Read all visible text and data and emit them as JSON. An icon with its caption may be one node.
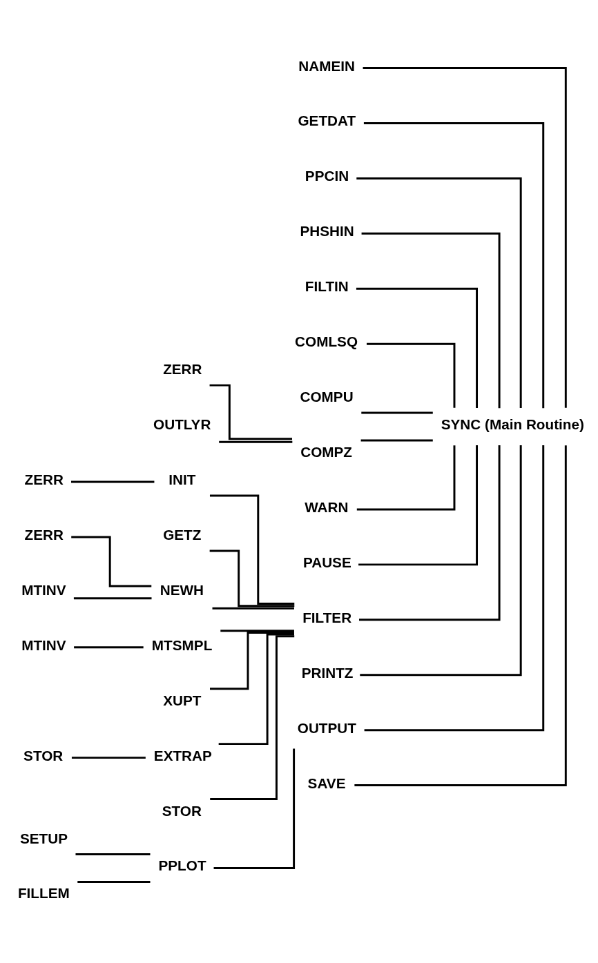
{
  "diagram": {
    "nodes": [
      {
        "text": [
          "SYNC (Main Routine)"
        ]
      },
      {
        "text": [
          "NAMEIN"
        ]
      },
      {
        "text": [
          "GETDAT"
        ]
      },
      {
        "text": [
          "PPCIN"
        ]
      },
      {
        "text": [
          "PHSHIN"
        ]
      },
      {
        "text": [
          "FILTIN"
        ]
      },
      {
        "text": [
          "COMLSQ"
        ]
      },
      {
        "text": [
          "COMPU"
        ]
      },
      {
        "text": [
          "ZERR"
        ]
      },
      {
        "text": [
          "COMPZ"
        ]
      },
      {
        "text": [
          "OUTLYR"
        ]
      },
      {
        "text": [
          "WARN"
        ]
      },
      {
        "text": [
          "ZERR"
        ]
      },
      {
        "text": [
          "INIT"
        ]
      },
      {
        "text": [
          "ZERR"
        ]
      },
      {
        "text": [
          "GETZ"
        ]
      },
      {
        "text": [
          "PAUSE"
        ]
      },
      {
        "text": [
          "MTINV"
        ]
      },
      {
        "text": [
          "NEWH"
        ]
      },
      {
        "text": [
          "MTINV"
        ]
      },
      {
        "text": [
          "MTSMPL"
        ]
      },
      {
        "text": [
          "FILTER"
        ]
      },
      {
        "text": [
          "XUPT"
        ]
      },
      {
        "text": [
          "STOR"
        ]
      },
      {
        "text": [
          "EXTRAP"
        ]
      },
      {
        "text": [
          "PRINTZ"
        ]
      },
      {
        "text": [
          "STOR"
        ]
      },
      {
        "text": [
          "SETUP"
        ]
      },
      {
        "text": [
          "PPLOT"
        ]
      },
      {
        "text": [
          "OUTPUT"
        ]
      },
      {
        "text": [
          "FILLEM"
        ]
      },
      {
        "text": [
          "SAVE"
        ]
      }
    ],
    "edges": [
      {
        "from": 0,
        "to": 1,
        "arrow": "none"
      },
      {
        "from": 0,
        "to": 2,
        "arrow": "none"
      },
      {
        "from": 0,
        "to": 3,
        "arrow": "none"
      },
      {
        "from": 0,
        "to": 4,
        "arrow": "none"
      },
      {
        "from": 0,
        "to": 5,
        "arrow": "none"
      },
      {
        "from": 0,
        "to": 6,
        "arrow": "none"
      },
      {
        "from": 0,
        "to": 7,
        "arrow": "none"
      },
      {
        "from": 0,
        "to": 9,
        "arrow": "none"
      },
      {
        "from": 0,
        "to": 11,
        "arrow": "none"
      },
      {
        "from": 0,
        "to": 16,
        "arrow": "none"
      },
      {
        "from": 0,
        "to": 21,
        "arrow": "none"
      },
      {
        "from": 0,
        "to": 25,
        "arrow": "none"
      },
      {
        "from": 0,
        "to": 29,
        "arrow": "none"
      },
      {
        "from": 0,
        "to": 31,
        "arrow": "none"
      },
      {
        "from": 9,
        "to": 8,
        "arrow": "none"
      },
      {
        "from": 9,
        "to": 10,
        "arrow": "none"
      },
      {
        "from": 21,
        "to": 13,
        "arrow": "none"
      },
      {
        "from": 21,
        "to": 15,
        "arrow": "none"
      },
      {
        "from": 21,
        "to": 18,
        "arrow": "none"
      },
      {
        "from": 21,
        "to": 20,
        "arrow": "none"
      },
      {
        "from": 21,
        "to": 22,
        "arrow": "none"
      },
      {
        "from": 21,
        "to": 24,
        "arrow": "none"
      },
      {
        "from": 21,
        "to": 26,
        "arrow": "none"
      },
      {
        "from": 13,
        "to": 12,
        "arrow": "none"
      },
      {
        "from": 18,
        "to": 14,
        "arrow": "none"
      },
      {
        "from": 18,
        "to": 17,
        "arrow": "none"
      },
      {
        "from": 20,
        "to": 19,
        "arrow": "none"
      },
      {
        "from": 24,
        "to": 23,
        "arrow": "none"
      },
      {
        "from": 29,
        "to": 28,
        "arrow": "none"
      },
      {
        "from": 28,
        "to": 27,
        "arrow": "none"
      },
      {
        "from": 28,
        "to": 30,
        "arrow": "none"
      }
    ]
  }
}
